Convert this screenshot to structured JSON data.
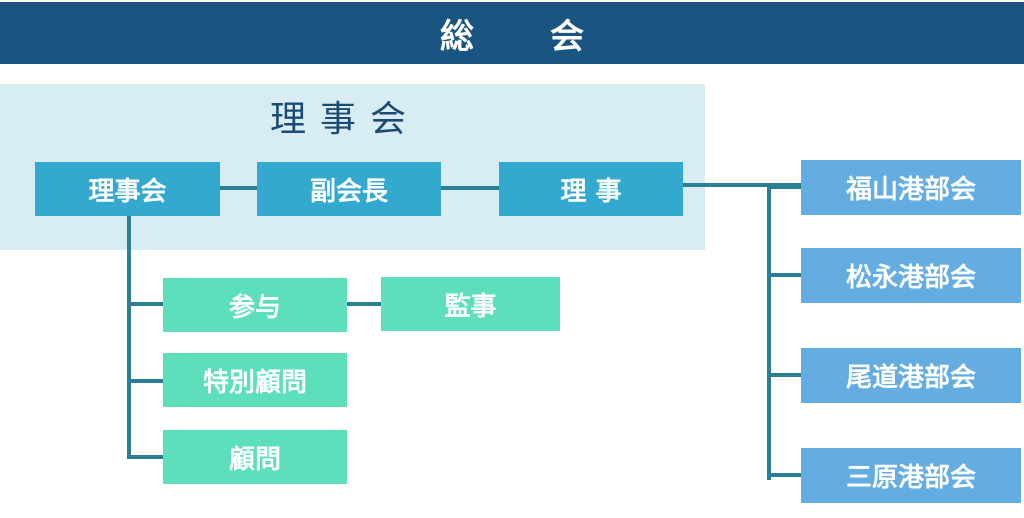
{
  "header": {
    "title": "総会"
  },
  "board": {
    "panel_title": "理事会",
    "nodes": {
      "board": "理事会",
      "vice_president": "副会長",
      "directors": "理 事"
    }
  },
  "advisory": {
    "sanyo": "参与",
    "auditor": "監事",
    "special_advisor": "特別顧問",
    "advisor": "顧問"
  },
  "port_branches": [
    "福山港部会",
    "松永港部会",
    "尾道港部会",
    "三原港部会"
  ],
  "colors": {
    "header": "#1a5480",
    "panel": "#d8ecf4",
    "board_nodes": "#33a9cf",
    "advisory_nodes": "#5ddfbc",
    "branch_nodes": "#63ade3",
    "connectors": "#2a7f94"
  }
}
